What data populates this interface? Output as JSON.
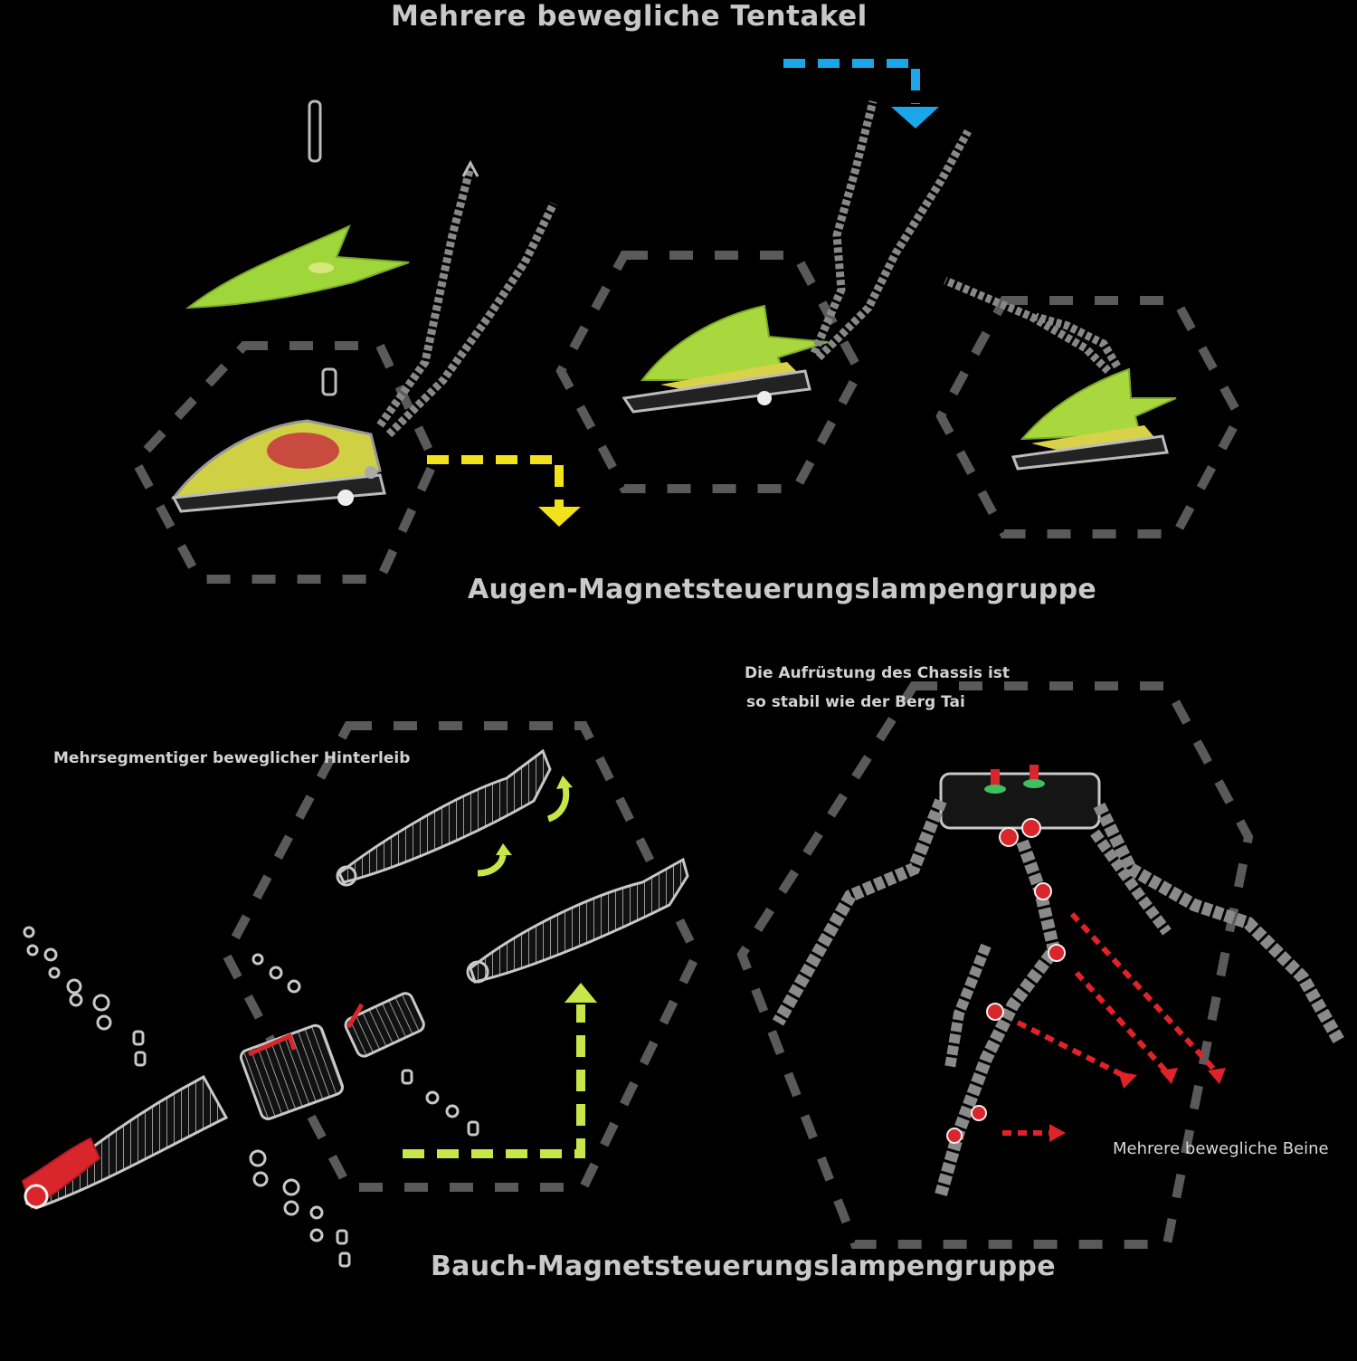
{
  "labels": {
    "tentacles": "Mehrere bewegliche Tentakel",
    "eye_lamp_group": "Augen-Magnetsteuerungslampengruppe",
    "chassis_line1": "Die Aufrüstung des Chassis ist",
    "chassis_line2": "so stabil wie der Berg Tai",
    "abdomen": "Mehrsegmentiger beweglicher Hinterleib",
    "legs": "Mehrere bewegliche Beine",
    "belly_lamp_group": "Bauch-Magnetsteuerungslampengruppe"
  },
  "colors": {
    "background": "#000000",
    "hex_outline": "#5a5a5a",
    "shell_green": "#9fd63a",
    "shell_yellow": "#d7d24a",
    "arrow_blue": "#1aa6e8",
    "arrow_yellow": "#f2e21a",
    "arrow_lime": "#c7e64a",
    "arrow_red": "#e0222a",
    "part_red": "#d8262c",
    "part_outline": "#bdbdbd"
  },
  "icons": [
    "arrow-down-icon",
    "arrow-up-icon",
    "curved-arrow-icon"
  ]
}
